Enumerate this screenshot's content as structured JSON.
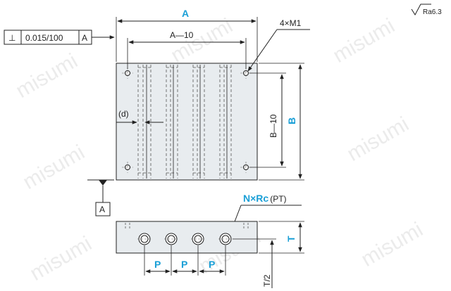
{
  "watermark": {
    "text": "misumi"
  },
  "roughness": {
    "symbol": "√",
    "value": "Ra6.3"
  },
  "tolerance_frame": {
    "symbol": "⊥",
    "value": "0.015/100",
    "datum": "A"
  },
  "datum_label": "A",
  "dimensions": {
    "A": "A",
    "A_minus_10": "A—10",
    "holes": "4×M1",
    "d": "(d)",
    "B_minus_10": "B—10",
    "B": "B",
    "ports_prefix": "N×",
    "ports_rc": "Rc",
    "ports_suffix": "(PT)",
    "T": "T",
    "T_half": "T/2",
    "P": [
      "P",
      "P",
      "P"
    ]
  },
  "colors": {
    "plate_fill": "#e8ecef",
    "line": "#222222",
    "accent": "#1a9fd6",
    "watermark": "#dcdcdc"
  }
}
